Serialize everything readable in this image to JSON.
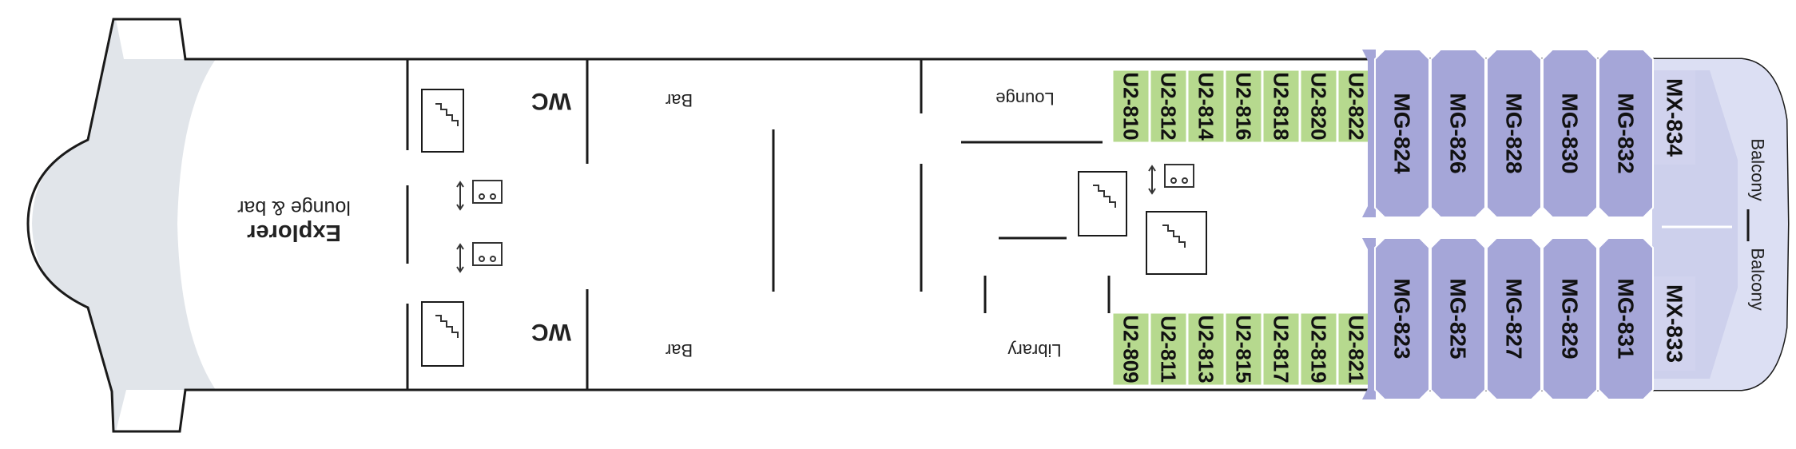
{
  "colors": {
    "hull_outline": "#1a1a1a",
    "bow_fill": "#e1e5ea",
    "cabin_mg": "#a5a6d8",
    "cabin_mx": "#d1d3ee",
    "cabin_u2": "#b6d98e",
    "balcony": "#dcdff3",
    "wall": "#1a1a1a"
  },
  "labels": {
    "explorer": "Explorer",
    "lounge_bar": "lounge & bar",
    "wc_top": "WC",
    "wc_bottom": "WC",
    "bar_top": "Bar",
    "bar_bottom": "Bar",
    "lounge": "Lounge",
    "library": "Library",
    "balcony_top": "Balcony",
    "balcony_bottom": "Balcony"
  },
  "icons": {
    "stairs": "stairs-icon",
    "elevator": "elevator-icon"
  },
  "cabins": {
    "u2_top": [
      "U2-810",
      "U2-812",
      "U2-814",
      "U2-816",
      "U2-818",
      "U2-820",
      "U2-822"
    ],
    "u2_bottom": [
      "U2-809",
      "U2-811",
      "U2-813",
      "U2-815",
      "U2-817",
      "U2-819",
      "U2-821"
    ],
    "mg_top": [
      "MG-824",
      "MG-826",
      "MG-828",
      "MG-830",
      "MG-832"
    ],
    "mg_bottom": [
      "MG-823",
      "MG-825",
      "MG-827",
      "MG-829",
      "MG-831"
    ],
    "mx_top": "MX-834",
    "mx_bottom": "MX-833"
  }
}
